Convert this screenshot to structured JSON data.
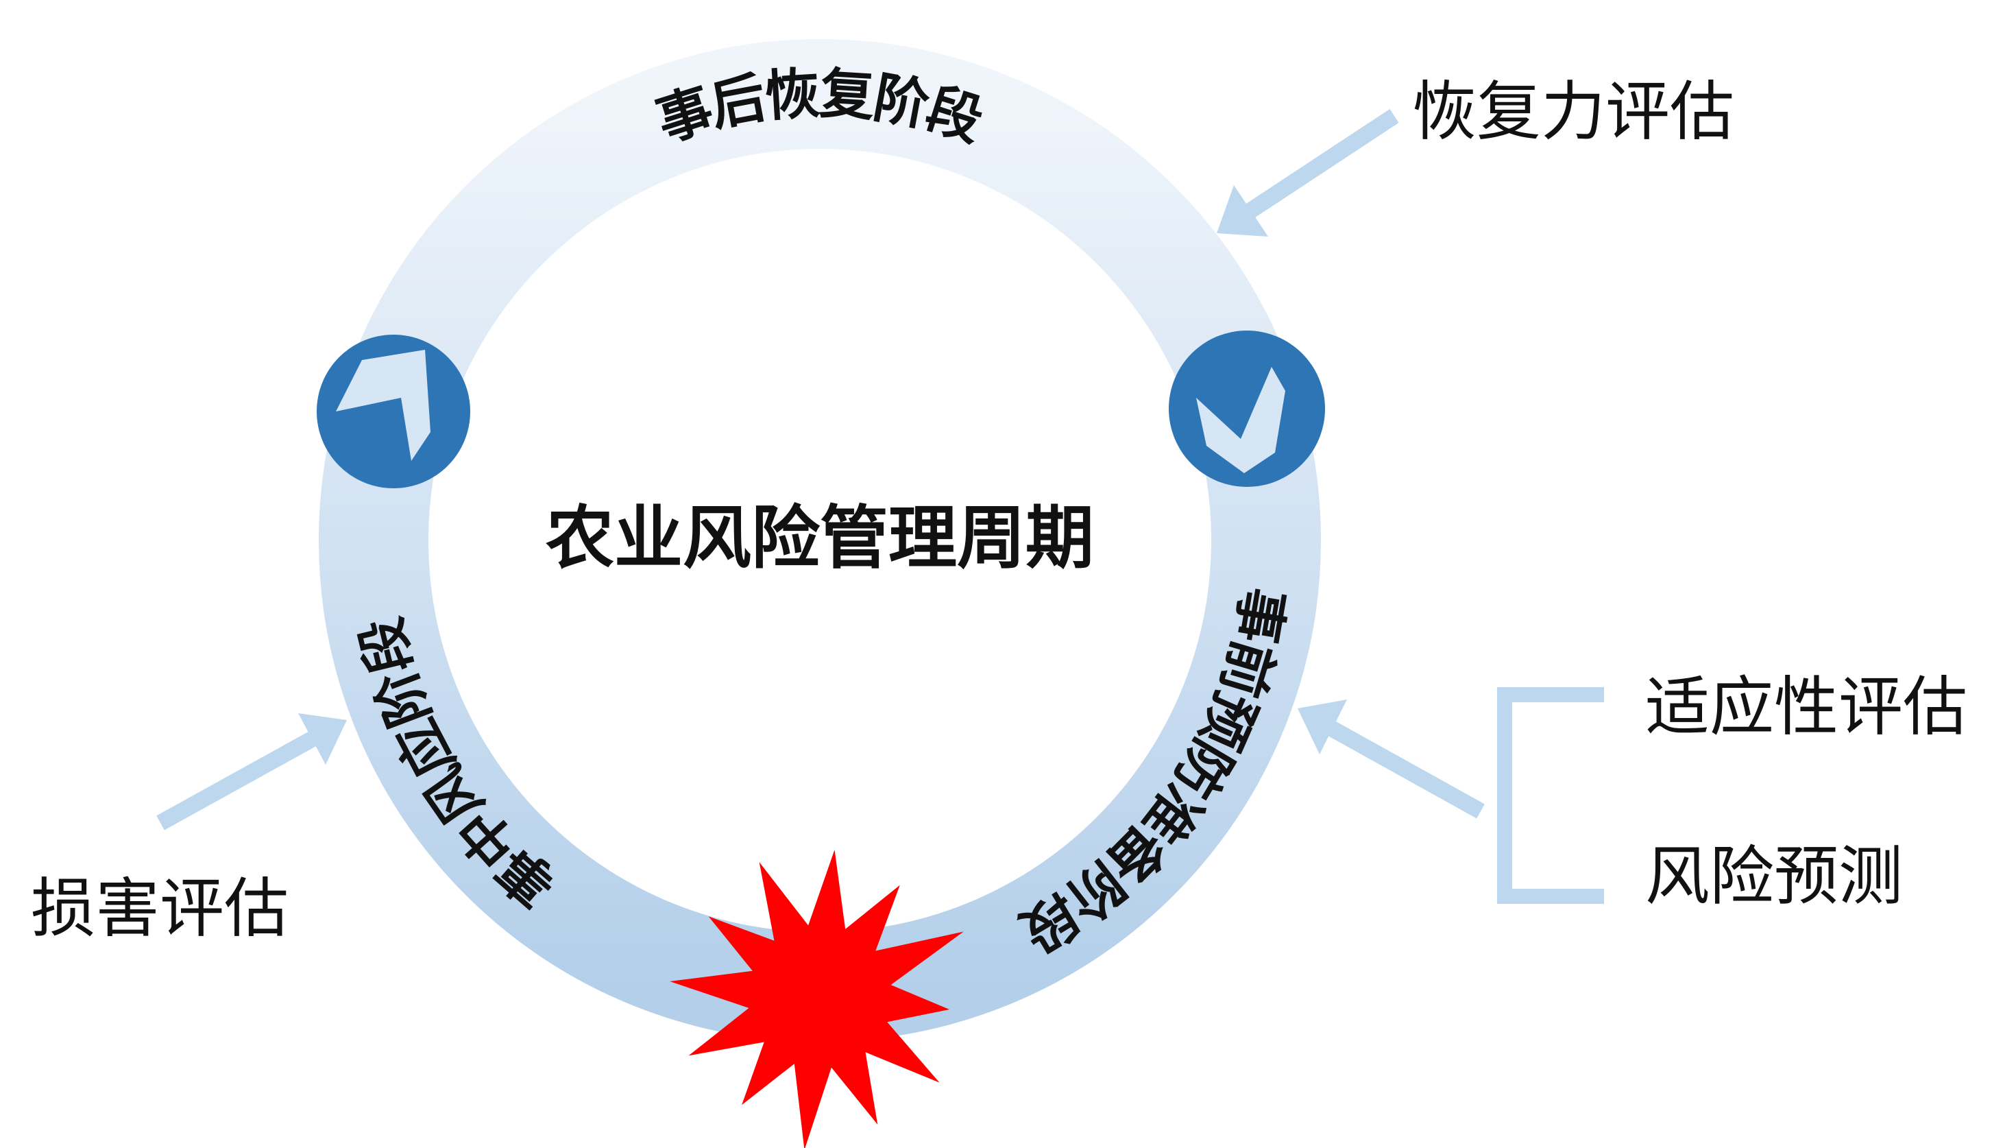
{
  "title": "农业风险管理周期",
  "stages": {
    "post": "事后恢复阶段",
    "pre": "事前预防准备阶段",
    "during": "事中风应阶段"
  },
  "evaluations": {
    "resilience": "恢复力评估",
    "adaptability": "适应性评估",
    "risk_forecast": "风险预测",
    "damage": "损害评估"
  },
  "colors": {
    "ring_light": "#eef4fb",
    "ring_dark": "#b3cfea",
    "icon_circle": "#2e75b6",
    "chevron": "#d6e6f5",
    "arrow": "#bdd7ee",
    "burst": "#ff0000"
  }
}
